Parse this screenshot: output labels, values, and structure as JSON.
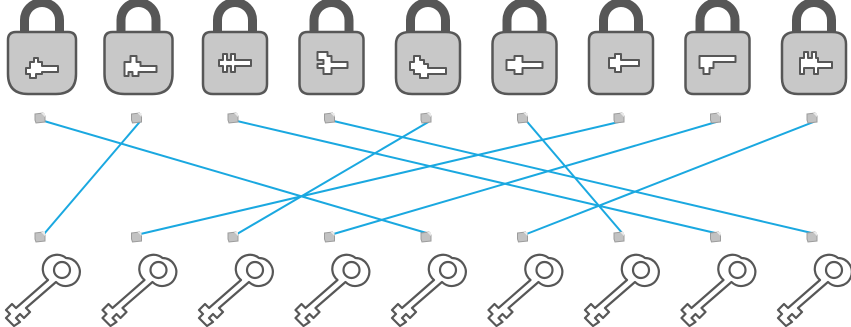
{
  "puzzle": {
    "locks": [
      {
        "id": "lock-1",
        "keyhole": "key-notch-wide"
      },
      {
        "id": "lock-2",
        "keyhole": "key-notch-double"
      },
      {
        "id": "lock-3",
        "keyhole": "key-notch-pronged"
      },
      {
        "id": "lock-4",
        "keyhole": "key-notch-blocky"
      },
      {
        "id": "lock-5",
        "keyhole": "key-notch-stepped"
      },
      {
        "id": "lock-6",
        "keyhole": "key-notch-single"
      },
      {
        "id": "lock-7",
        "keyhole": "key-notch-short"
      },
      {
        "id": "lock-8",
        "keyhole": "key-notch-hook"
      },
      {
        "id": "lock-9",
        "keyhole": "key-notch-twin"
      }
    ],
    "keys": [
      {
        "id": "key-1",
        "icon": "key-icon"
      },
      {
        "id": "key-2",
        "icon": "key-icon"
      },
      {
        "id": "key-3",
        "icon": "key-icon"
      },
      {
        "id": "key-4",
        "icon": "key-icon"
      },
      {
        "id": "key-5",
        "icon": "key-icon"
      },
      {
        "id": "key-6",
        "icon": "key-icon"
      },
      {
        "id": "key-7",
        "icon": "key-icon"
      },
      {
        "id": "key-8",
        "icon": "key-icon"
      },
      {
        "id": "key-9",
        "icon": "key-icon"
      }
    ],
    "connections": [
      {
        "lock": 1,
        "key": 5
      },
      {
        "lock": 2,
        "key": 1
      },
      {
        "lock": 3,
        "key": 8
      },
      {
        "lock": 4,
        "key": 9
      },
      {
        "lock": 5,
        "key": 3
      },
      {
        "lock": 6,
        "key": 7
      },
      {
        "lock": 7,
        "key": 2
      },
      {
        "lock": 8,
        "key": 4
      },
      {
        "lock": 9,
        "key": 6
      }
    ],
    "colors": {
      "link": "#1aa8e0",
      "lock_fill": "#c8c8c8",
      "outline": "#575757",
      "dot": "#c2c2c2",
      "background": "#ffffff"
    }
  }
}
